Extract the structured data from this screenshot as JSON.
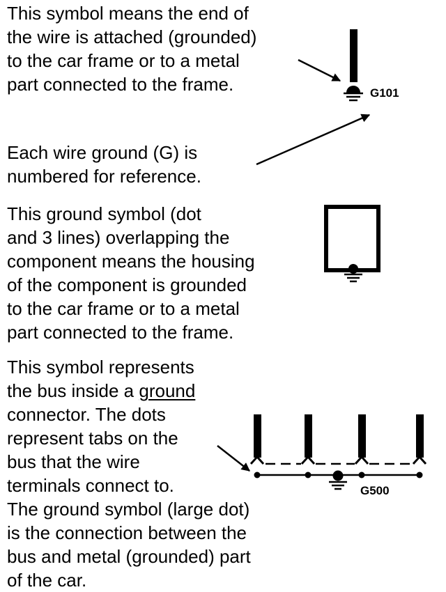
{
  "sections": [
    {
      "id": "wire-ground",
      "lines": [
        "This symbol means the end of",
        "the wire is attached (grounded)",
        "to the car frame or to a metal",
        "part connected to the frame."
      ]
    },
    {
      "id": "ground-number",
      "lines": [
        "Each wire ground (G) is",
        "numbered for reference."
      ]
    },
    {
      "id": "component-ground",
      "lines": [
        "This ground symbol (dot",
        "and 3 lines) overlapping the",
        "component means the housing",
        "of the component is grounded",
        "to the car frame or to a metal",
        "part connected to the frame."
      ]
    },
    {
      "id": "bus-ground",
      "lines": [
        "This symbol represents",
        "the bus inside a ",
        "ground",
        "connector. The dots",
        "represent tabs on the",
        "bus that the wire",
        "terminals connect to.",
        "The ground symbol (large dot)",
        "is the connection between the",
        "bus and metal (grounded) part",
        "of the car."
      ]
    }
  ],
  "labels": {
    "g101": "G101",
    "g500": "G500"
  }
}
